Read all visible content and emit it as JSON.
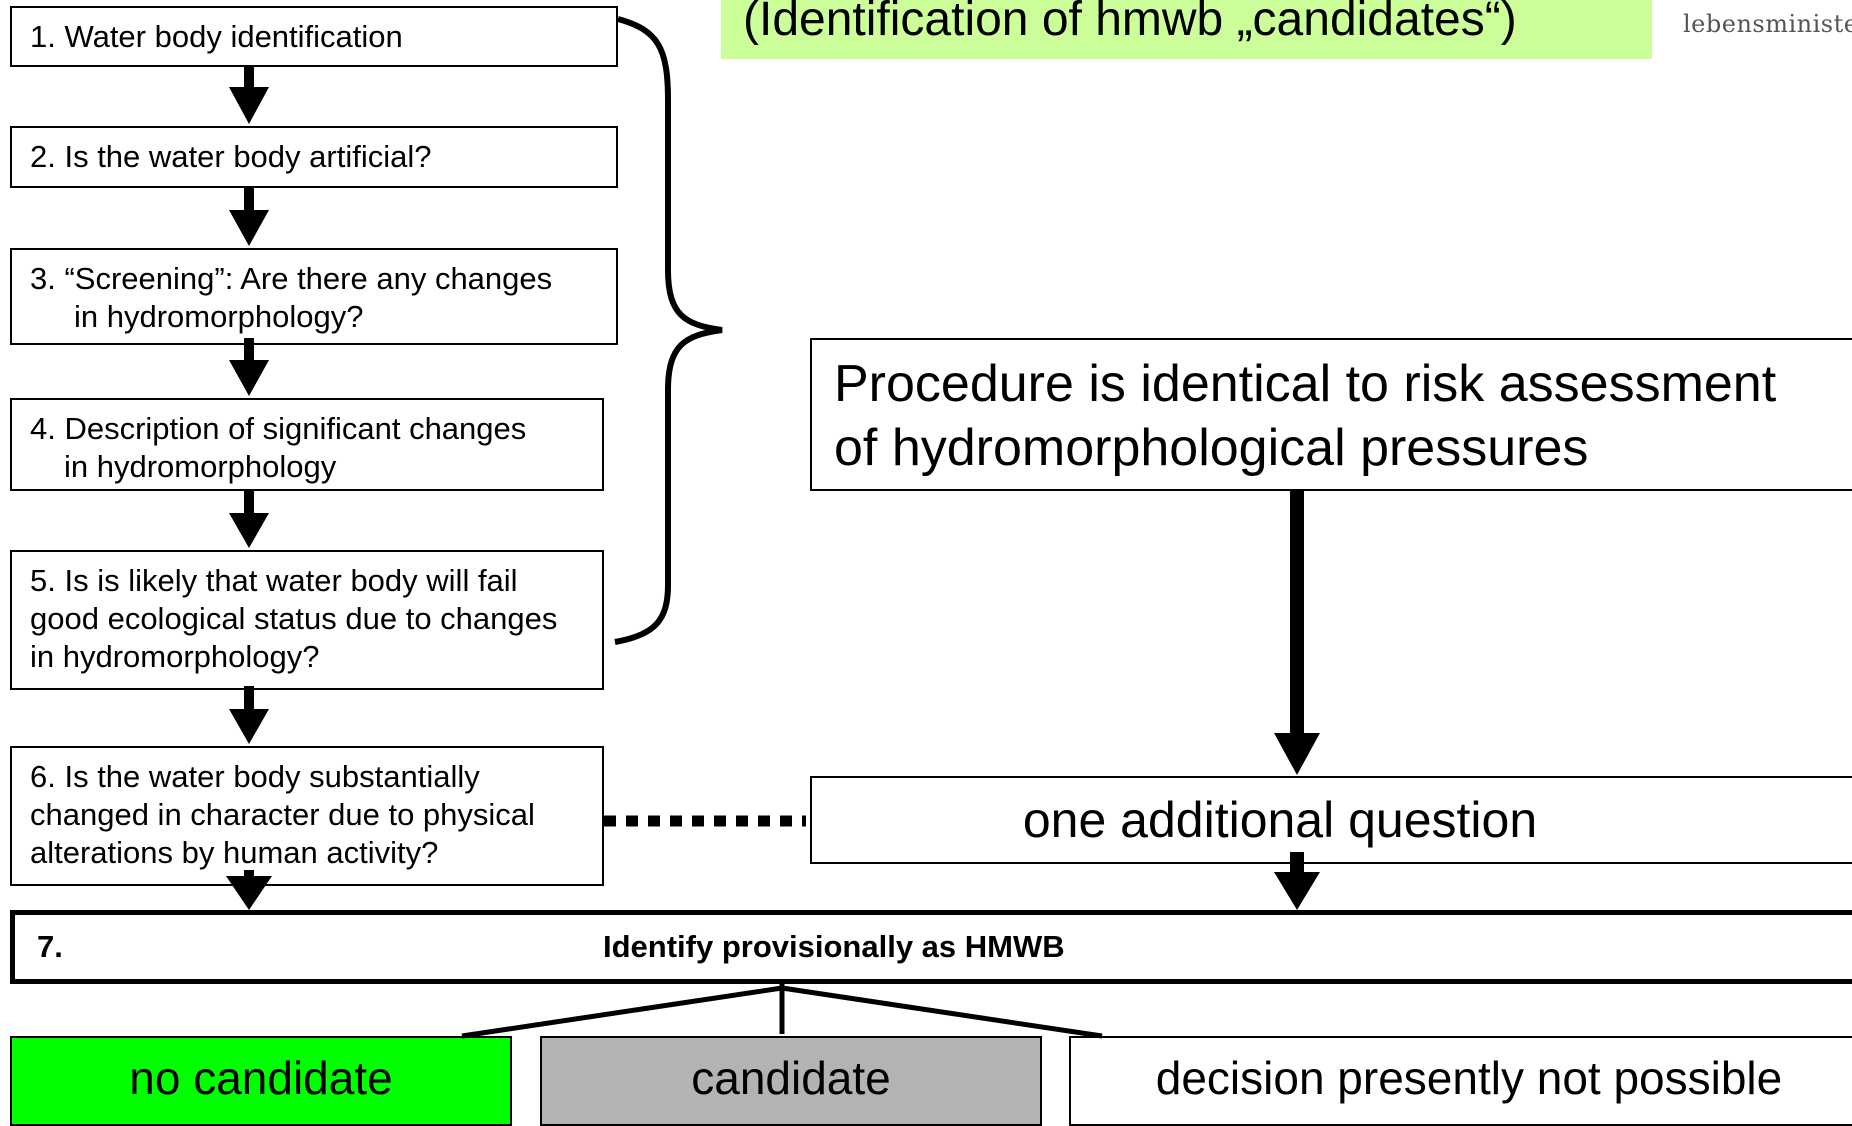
{
  "heading": "(Identification of hmwb „candidates“)",
  "logo": "lebensminister",
  "steps": [
    "1. Water body identification",
    "2. Is the water body artificial?",
    "3. “Screening”: Are there any changes",
    "in hydromorphology?",
    "4. Description of significant changes",
    "in hydromorphology",
    "5. Is is likely that water body will fail",
    "good ecological status due to changes",
    "in hydromorphology?",
    "6. Is the water body substantially",
    "changed in character due to physical",
    "alterations by human activity?"
  ],
  "procedure": {
    "line1": "Procedure is identical to risk assessment",
    "line2": "of hydromorphological pressures"
  },
  "additional_question": "one additional question",
  "identify": {
    "number": "7.",
    "label": "Identify  provisionally as HMWB"
  },
  "outcomes": {
    "no_candidate": "no candidate",
    "candidate": "candidate",
    "undecided": "decision presently not possible"
  },
  "colors": {
    "heading_bg": "#ccff99",
    "no_candidate": "#00ff00",
    "candidate": "#b3b3b3"
  }
}
